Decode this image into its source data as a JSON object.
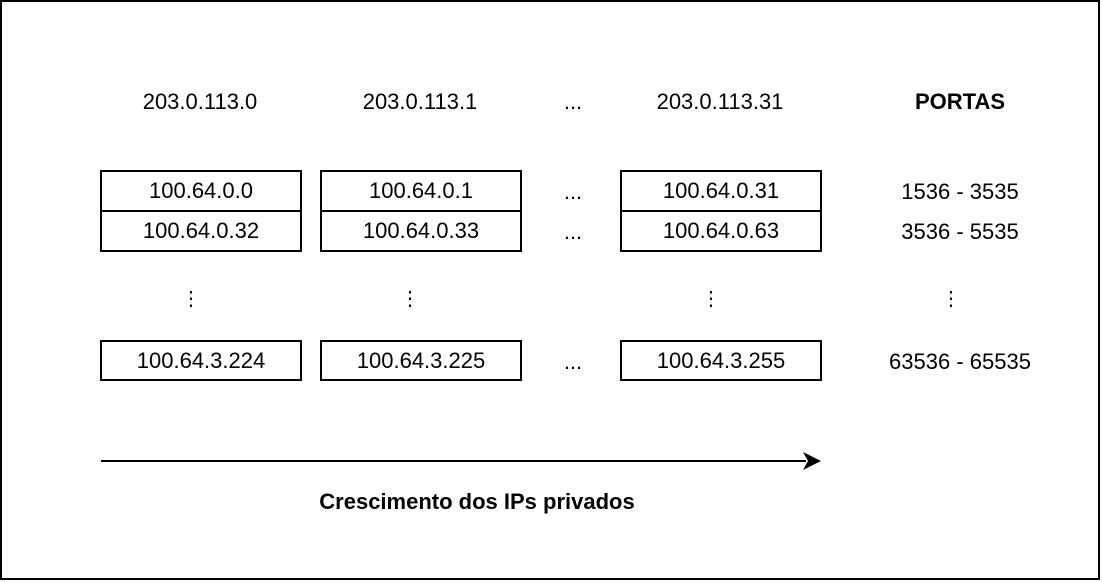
{
  "public_ips": [
    "203.0.113.0",
    "203.0.113.1",
    "...",
    "203.0.113.31"
  ],
  "ports_header": "PORTAS",
  "rows": [
    {
      "private": [
        "100.64.0.0",
        "100.64.0.1",
        "100.64.0.31"
      ],
      "ellipsis": "...",
      "ports": "1536 - 3535"
    },
    {
      "private": [
        "100.64.0.32",
        "100.64.0.33",
        "100.64.0.63"
      ],
      "ellipsis": "...",
      "ports": "3536 - 5535"
    },
    {
      "private": [
        "100.64.3.224",
        "100.64.3.225",
        "100.64.3.255"
      ],
      "ellipsis": "...",
      "ports": "63536 - 65535"
    }
  ],
  "vertical_ellipsis": "⋮",
  "arrow_caption": "Crescimento dos IPs privados"
}
